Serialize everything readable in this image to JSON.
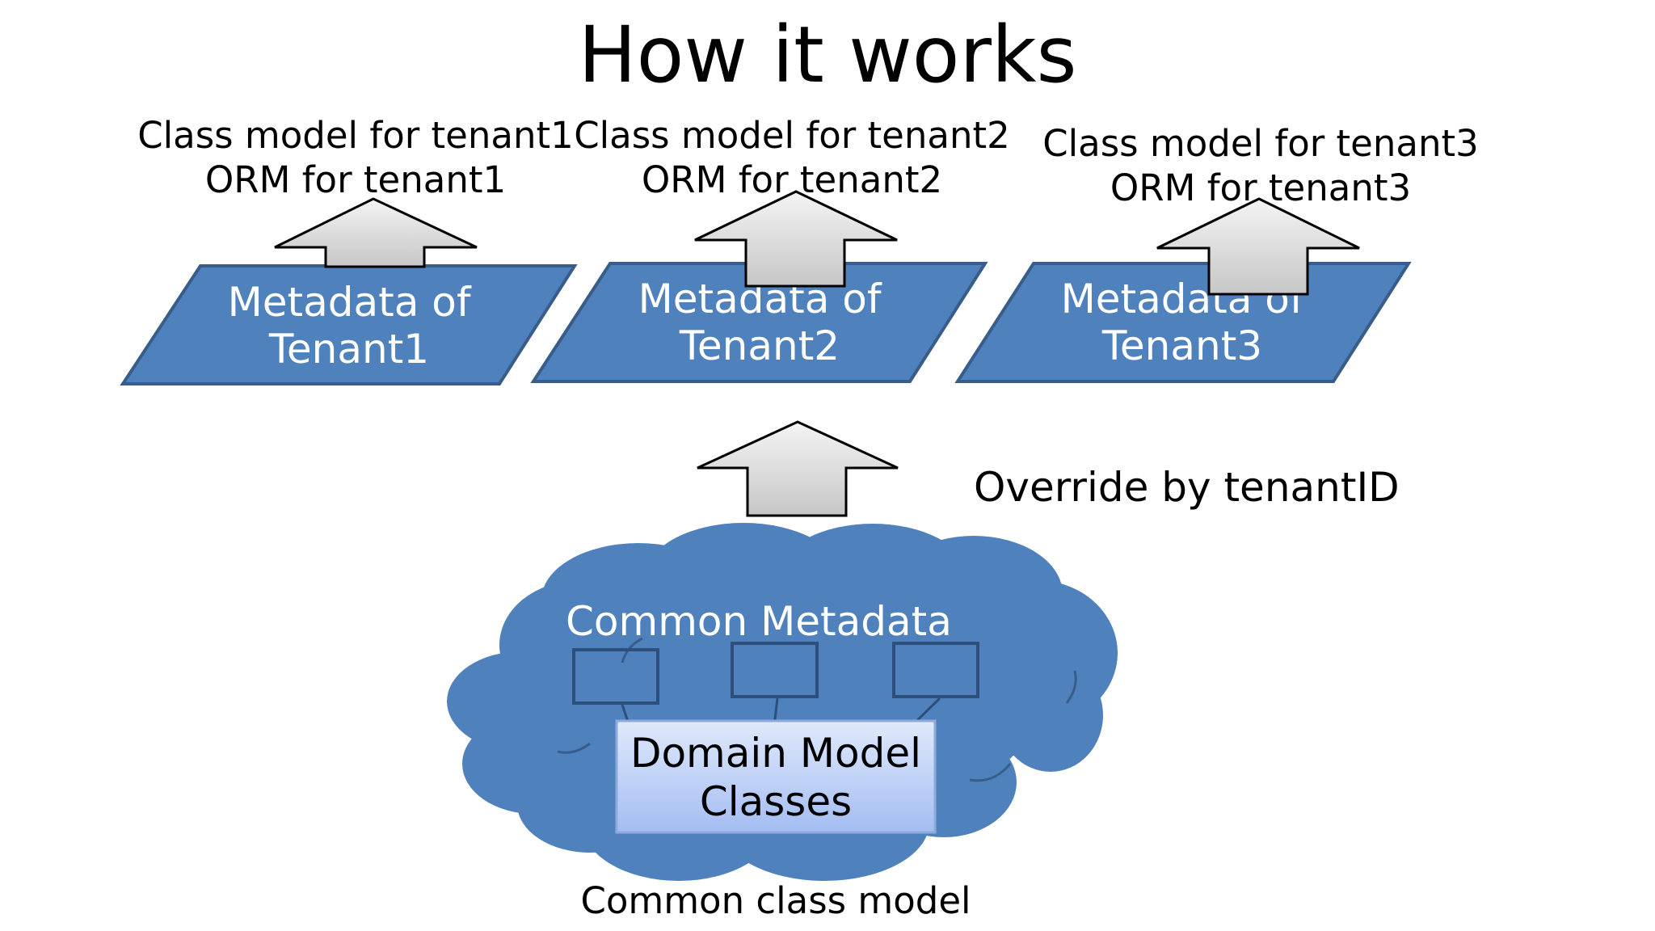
{
  "slide": {
    "title": "How it works",
    "tenants": [
      {
        "caption_line1": "Class model for tenant1",
        "caption_line2": "ORM for tenant1",
        "meta_line1": "Metadata of",
        "meta_line2": "Tenant1"
      },
      {
        "caption_line1": "Class model for tenant2",
        "caption_line2": "ORM for tenant2",
        "meta_line1": "Metadata of",
        "meta_line2": "Tenant2"
      },
      {
        "caption_line1": "Class model for tenant3",
        "caption_line2": "ORM for tenant3",
        "meta_line1": "Metadata of",
        "meta_line2": "Tenant3"
      }
    ],
    "override_label": "Override by tenantID",
    "cloud_label": "Common Metadata",
    "domain_line1": "Domain Model",
    "domain_line2": "Classes",
    "bottom_caption": "Common class model"
  },
  "colors": {
    "metadata_fill": "#4f81bd",
    "metadata_stroke": "#385d8a",
    "arrow_fill_light": "#f2f2f2",
    "arrow_fill_dark": "#c8c8c8",
    "domain_box_top": "#dbe5fb",
    "domain_box_bottom": "#a6bff3"
  }
}
